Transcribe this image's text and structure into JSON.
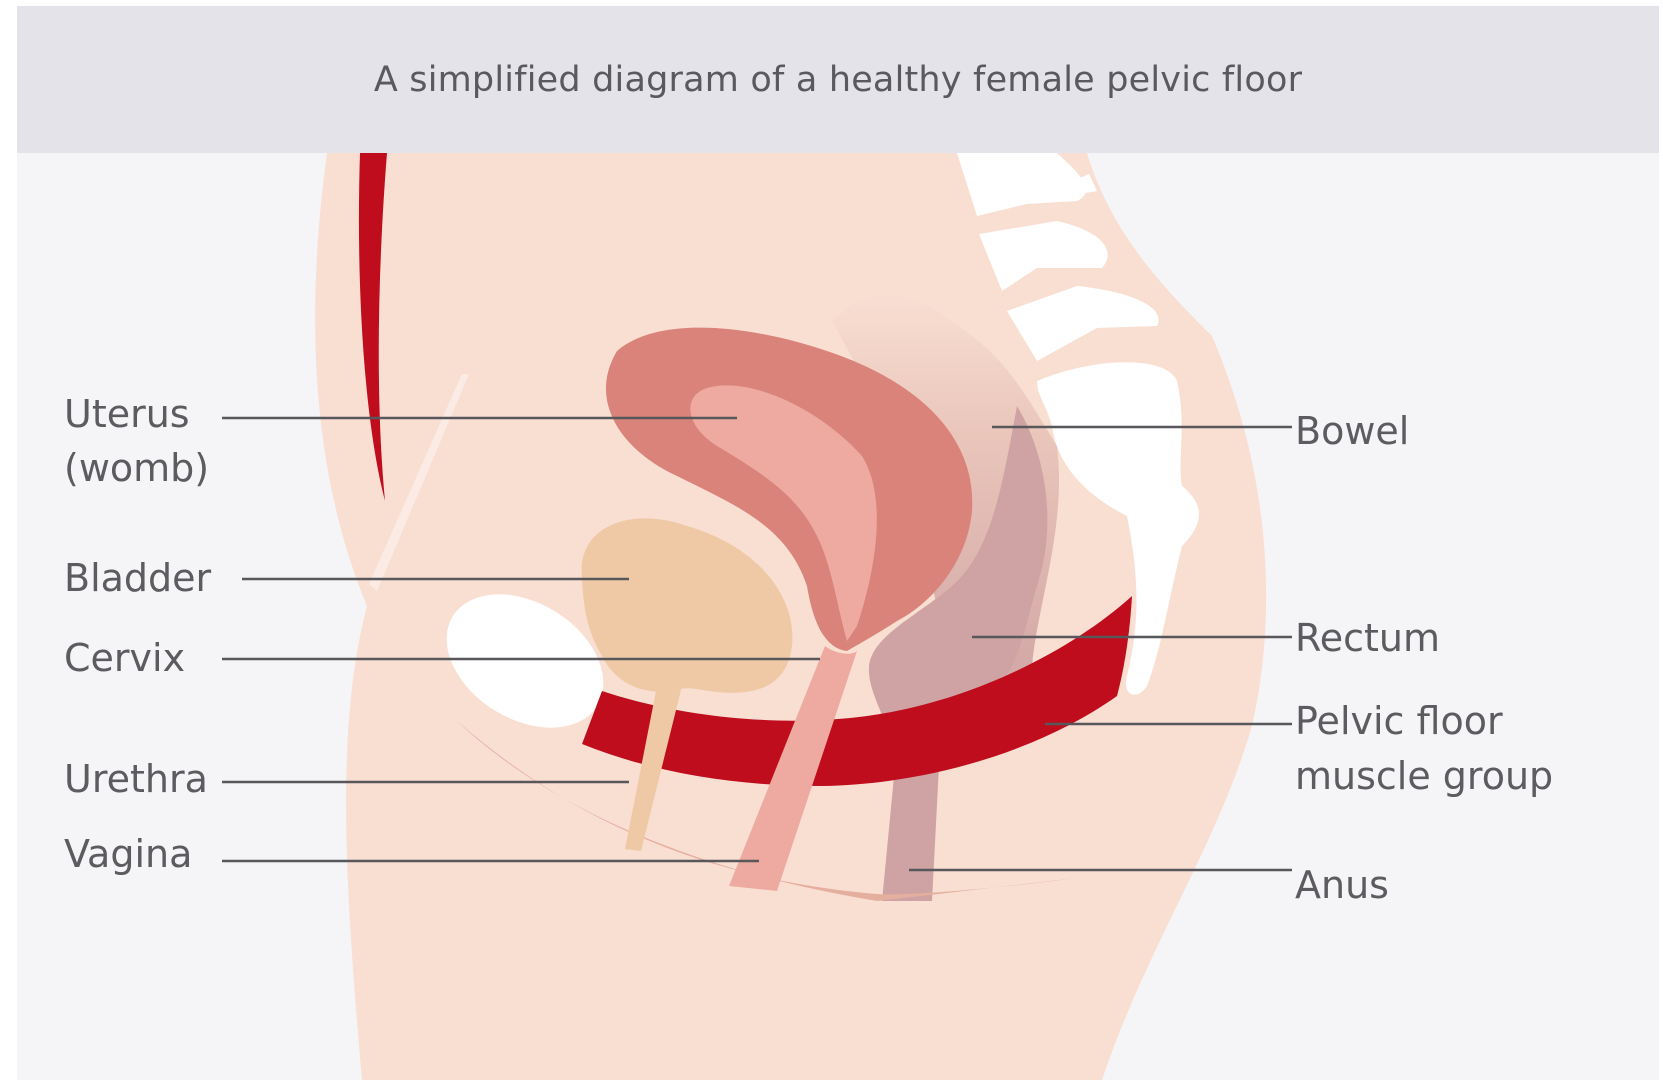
{
  "title": "A simplified diagram of a healthy female pelvic floor",
  "labels": {
    "uterus_line1": "Uterus",
    "uterus_line2": "(womb)",
    "bladder": "Bladder",
    "cervix": "Cervix",
    "urethra": "Urethra",
    "vagina": "Vagina",
    "bowel": "Bowel",
    "rectum": "Rectum",
    "pelvic_floor_line1": "Pelvic floor",
    "pelvic_floor_line2": "muscle group",
    "anus": "Anus"
  },
  "colors": {
    "header_bg": "#e3e3e9",
    "panel_bg": "#f5f5f7",
    "skin": "#f8dfd2",
    "muscle": "#bf0d1d",
    "uterus": "#d9837a",
    "uterus_inner": "#eeaaa0",
    "bladder": "#efc8a6",
    "rectum": "#cfa3a3",
    "bone": "#ffffff",
    "label_text": "#5b5b60"
  }
}
